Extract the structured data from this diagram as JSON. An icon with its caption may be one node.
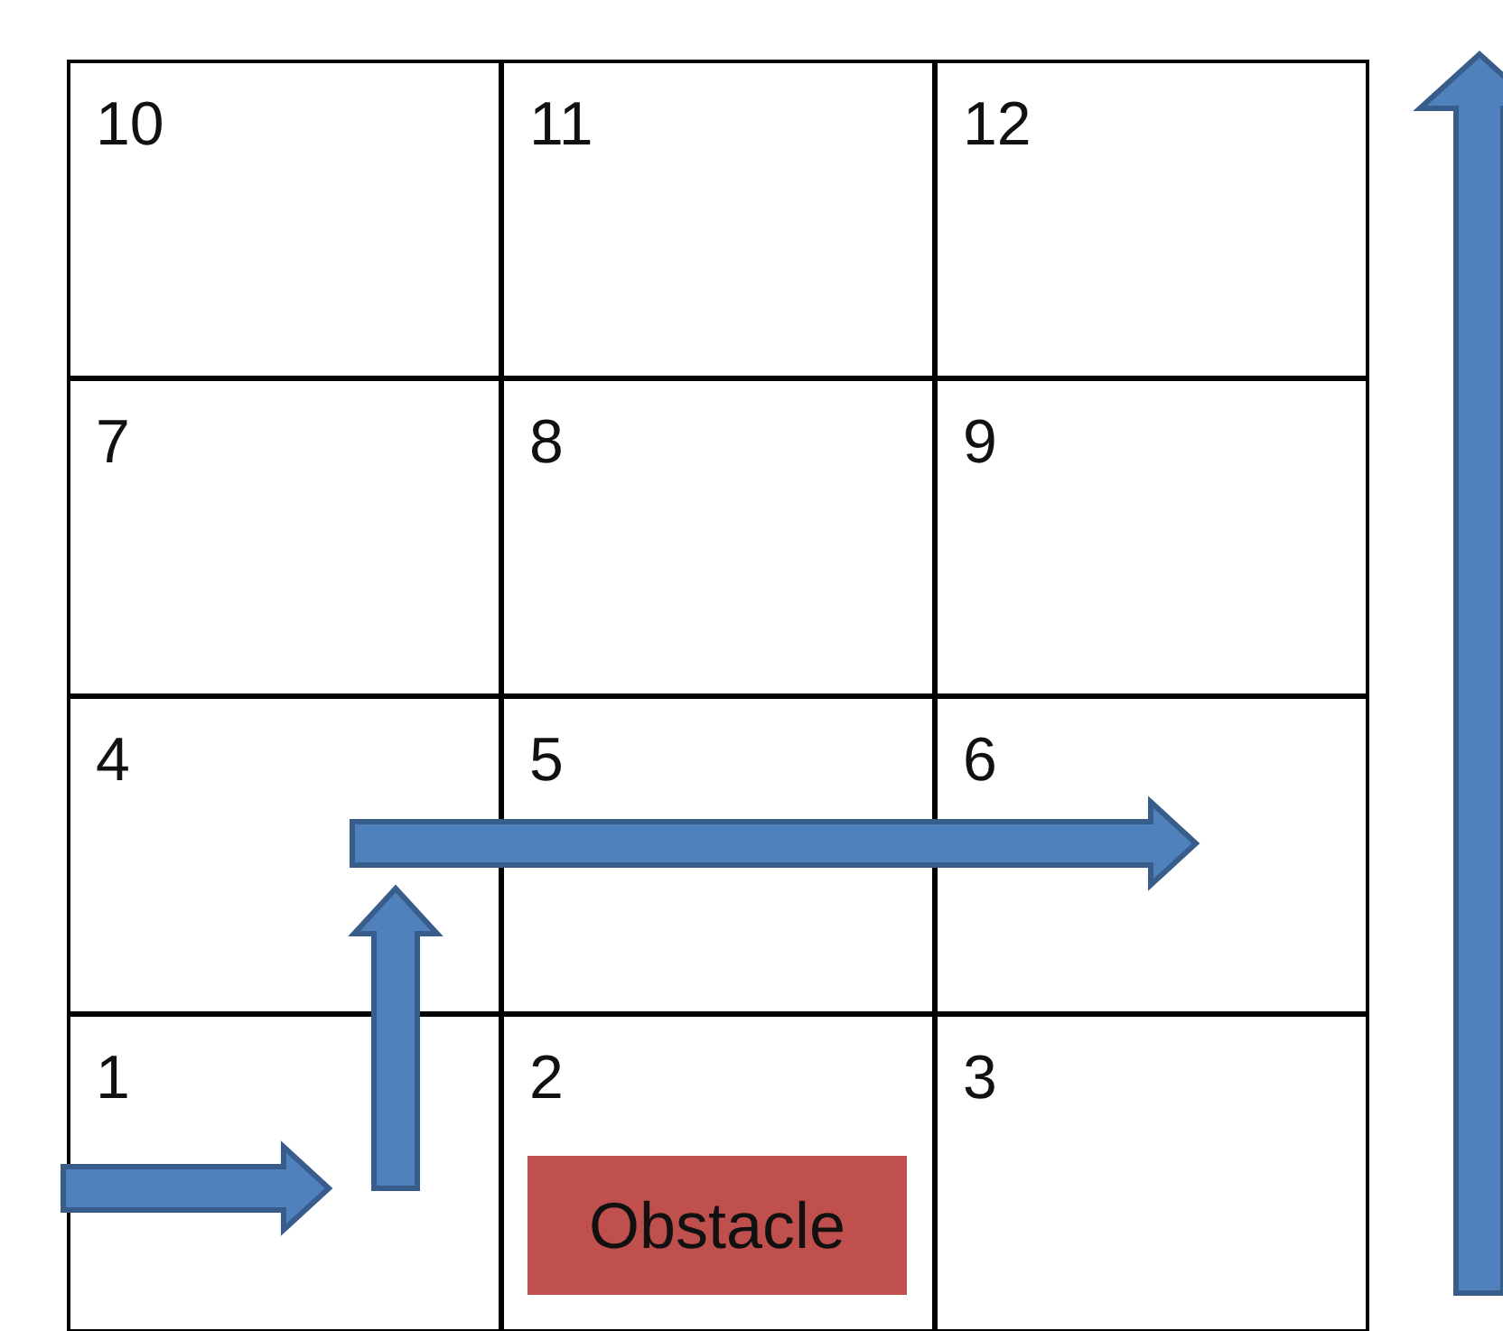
{
  "diagram": {
    "nodes": [
      {
        "text": [
          "10"
        ]
      },
      {
        "text": [
          "11"
        ]
      },
      {
        "text": [
          "12"
        ]
      },
      {
        "text": [
          "7"
        ]
      },
      {
        "text": [
          "8"
        ]
      },
      {
        "text": [
          "9"
        ]
      },
      {
        "text": [
          "4"
        ]
      },
      {
        "text": [
          "5"
        ]
      },
      {
        "text": [
          "6"
        ]
      },
      {
        "text": [
          "1"
        ]
      },
      {
        "text": [
          "2"
        ]
      },
      {
        "text": [
          "Obstacle"
        ],
        "in": 10
      },
      {
        "text": [
          "3"
        ]
      }
    ],
    "edges": [
      {
        "from": 9,
        "to": null,
        "arrow": "to"
      },
      {
        "from": 9,
        "to": 6,
        "arrow": "to"
      },
      {
        "from": 6,
        "to": 8,
        "arrow": "to"
      }
    ]
  }
}
